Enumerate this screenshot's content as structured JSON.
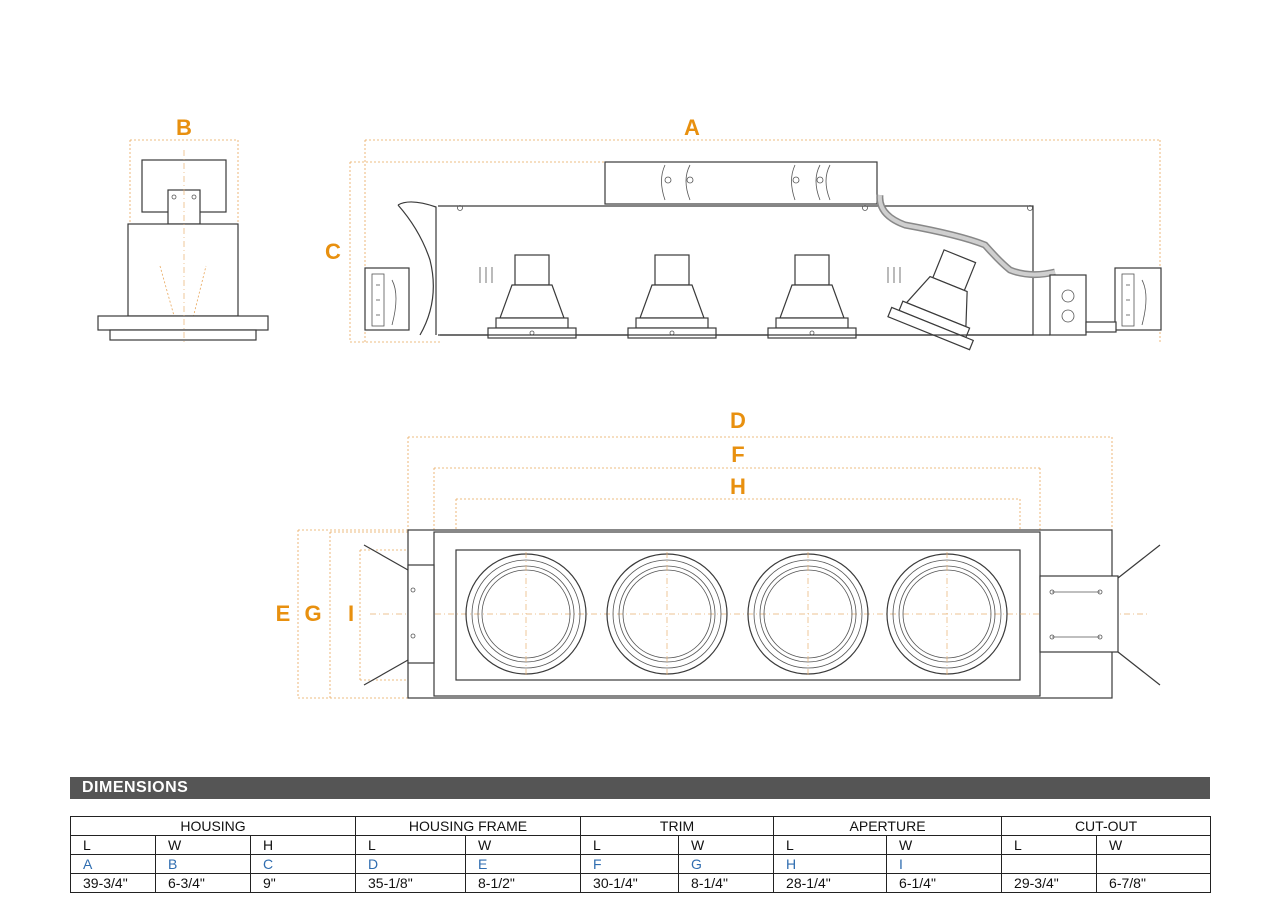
{
  "dimension_labels": {
    "A": "A",
    "B": "B",
    "C": "C",
    "D": "D",
    "E": "E",
    "F": "F",
    "G": "G",
    "H": "H",
    "I": "I"
  },
  "colors": {
    "dimension_label": "#e8900f",
    "dimension_line": "#e8a65a",
    "letter_ref": "#2f6db0",
    "header_bar": "#555555"
  },
  "dimensions_title": "DIMENSIONS",
  "table": {
    "groups": [
      "HOUSING",
      "HOUSING FRAME",
      "TRIM",
      "APERTURE",
      "CUT-OUT"
    ],
    "subheaders": [
      "L",
      "W",
      "H",
      "L",
      "W",
      "L",
      "W",
      "L",
      "W",
      "L",
      "W"
    ],
    "letters": [
      "A",
      "B",
      "C",
      "D",
      "E",
      "F",
      "G",
      "H",
      "I",
      "",
      ""
    ],
    "values": [
      "39-3/4\"",
      "6-3/4\"",
      "9\"",
      "35-1/8\"",
      "8-1/2\"",
      "30-1/4\"",
      "8-1/4\"",
      "28-1/4\"",
      "6-1/4\"",
      "29-3/4\"",
      "6-7/8\""
    ]
  }
}
